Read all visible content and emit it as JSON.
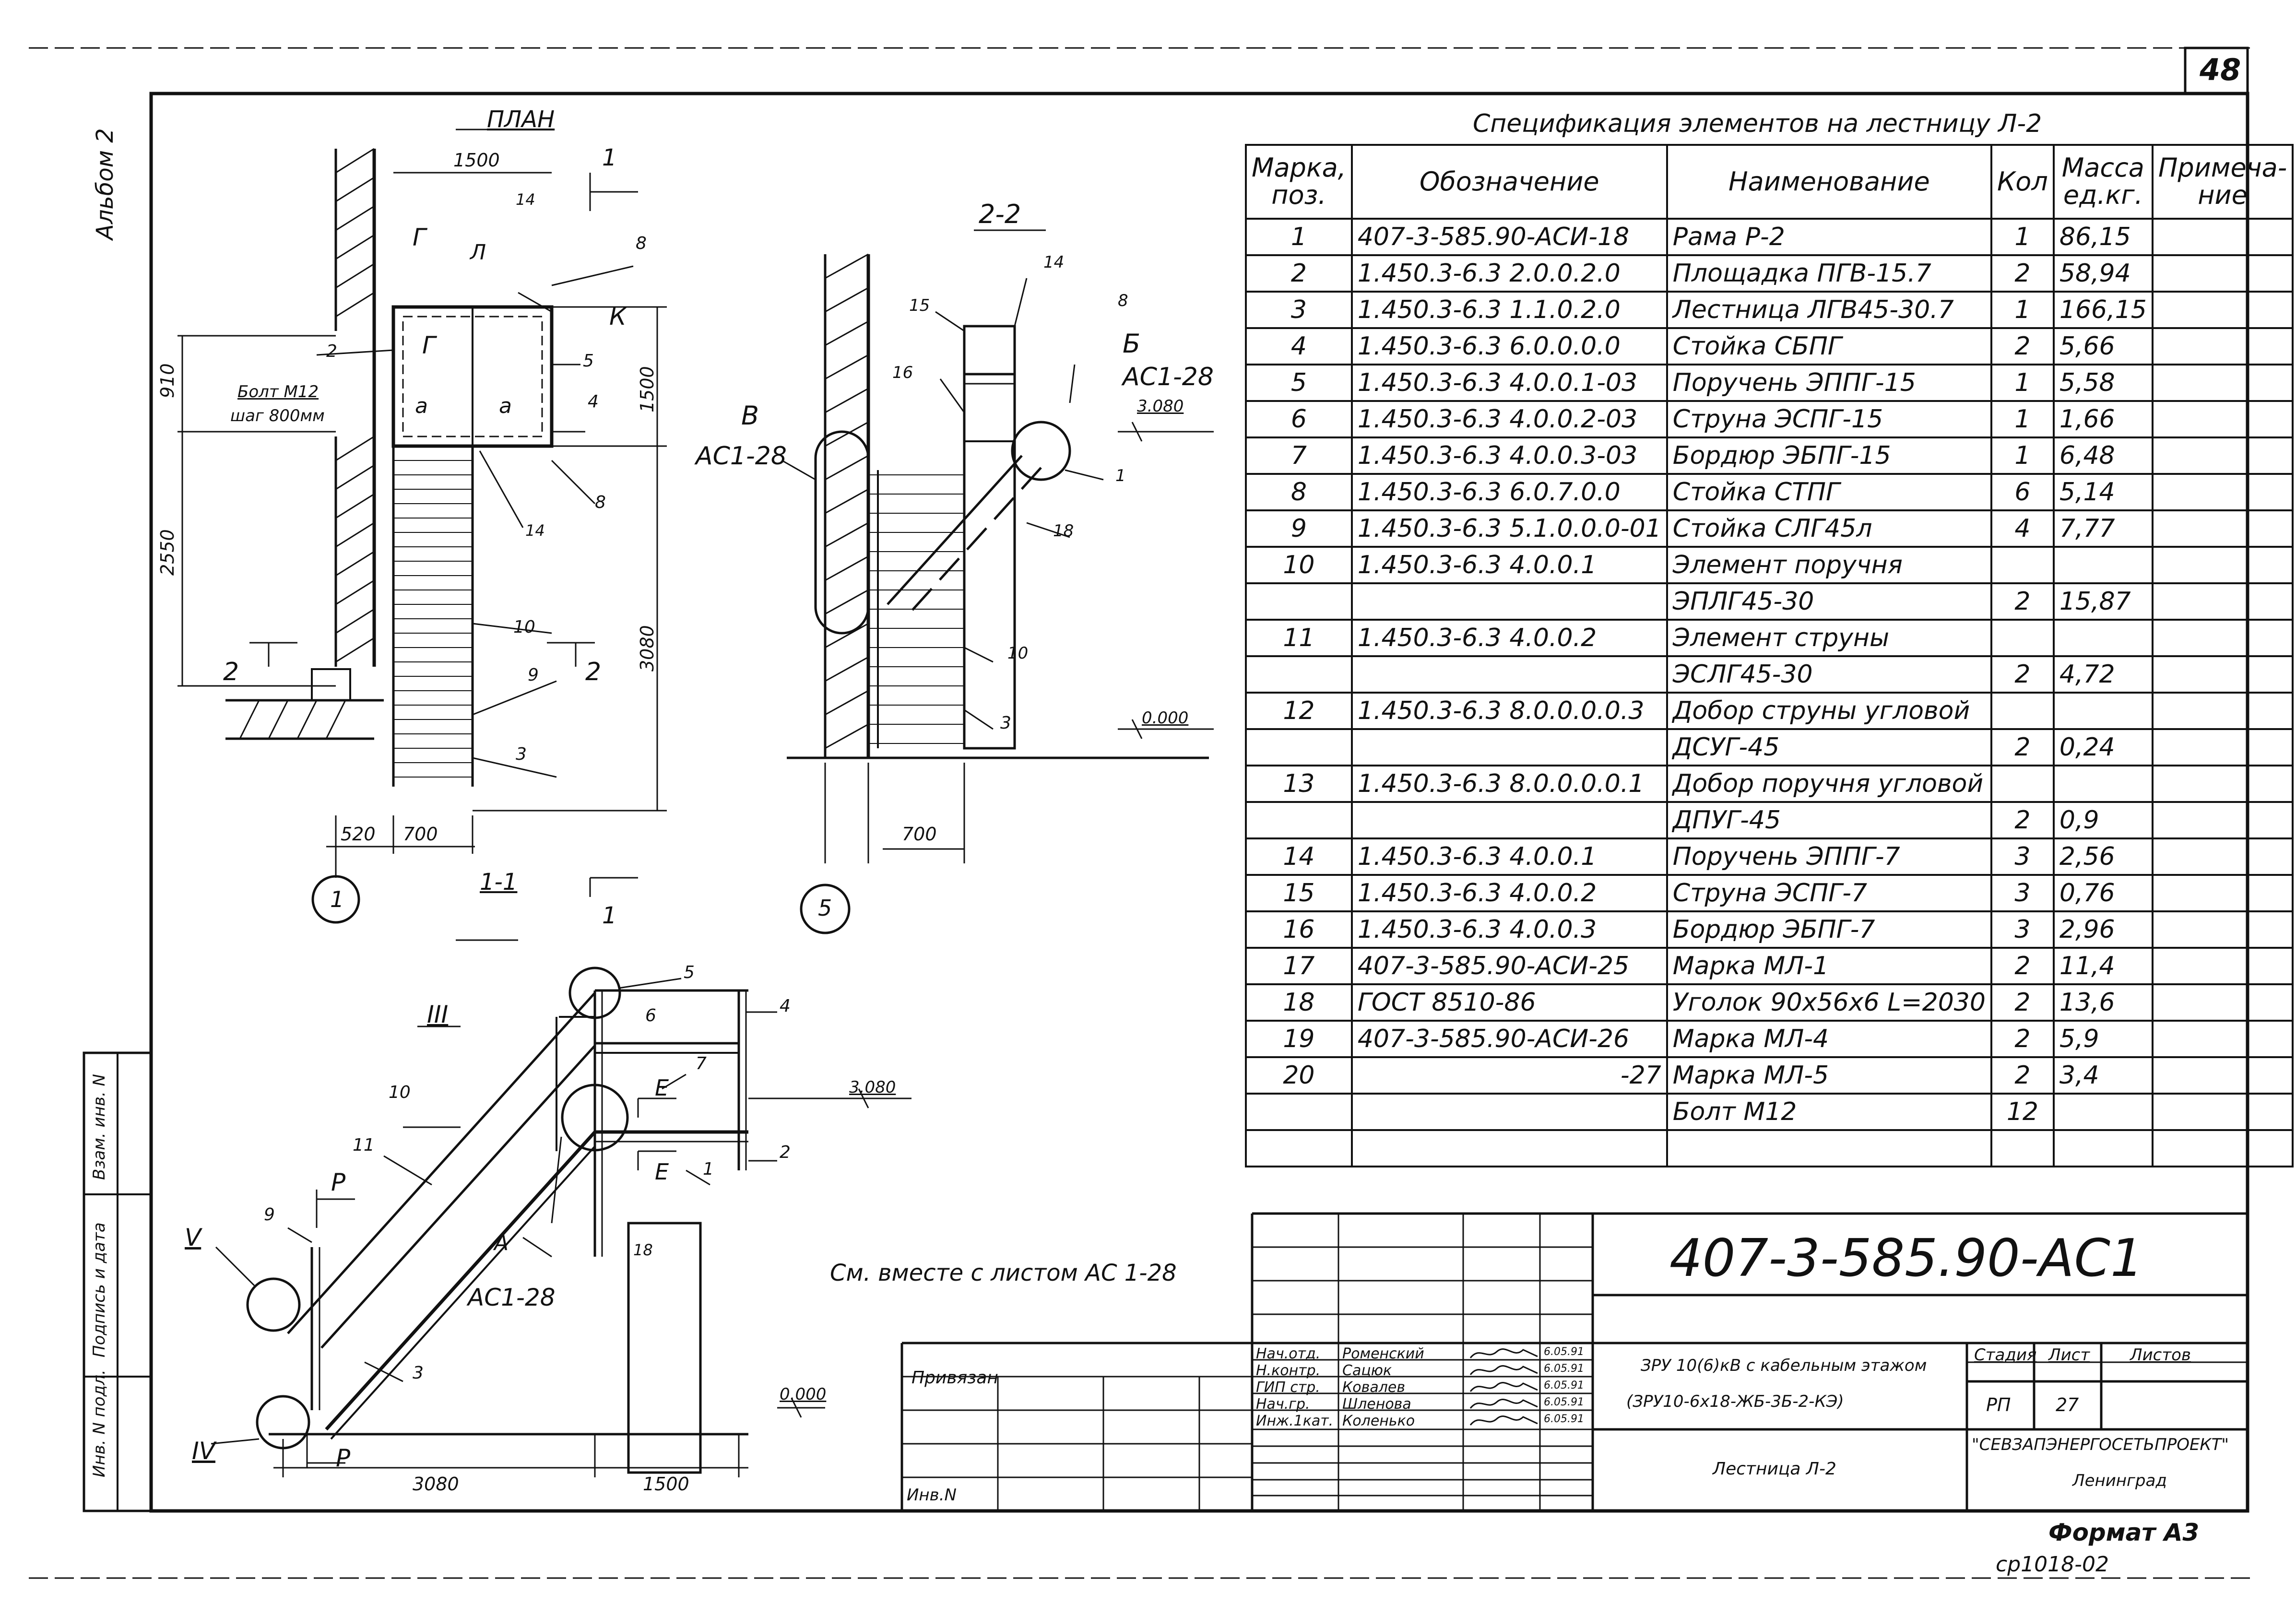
{
  "sheet": {
    "page_number": "48",
    "album_label": "Альбом 2",
    "format": "Формат А3",
    "stamp": "ср1018-02"
  },
  "side_strip": [
    "Инв. N подл.",
    "Подпись и дата",
    "Взам. инв. N"
  ],
  "spec": {
    "title": "Спецификация элементов на лестницу Л-2",
    "headers": [
      "Марка, поз.",
      "Обозначение",
      "Наименование",
      "Кол",
      "Масса ед.кг.",
      "Примеча-ние"
    ],
    "rows": [
      [
        "1",
        "407-3-585.90-АСИ-18",
        "Рама Р-2",
        "1",
        "86,15",
        ""
      ],
      [
        "2",
        "1.450.3-6.3 2.0.0.2.0",
        "Площадка ПГВ-15.7",
        "2",
        "58,94",
        ""
      ],
      [
        "3",
        "1.450.3-6.3 1.1.0.2.0",
        "Лестница ЛГВ45-30.7",
        "1",
        "166,15",
        ""
      ],
      [
        "4",
        "1.450.3-6.3 6.0.0.0.0",
        "Стойка СБПГ",
        "2",
        "5,66",
        ""
      ],
      [
        "5",
        "1.450.3-6.3 4.0.0.1-03",
        "Поручень ЭППГ-15",
        "1",
        "5,58",
        ""
      ],
      [
        "6",
        "1.450.3-6.3 4.0.0.2-03",
        "Струна ЭСПГ-15",
        "1",
        "1,66",
        ""
      ],
      [
        "7",
        "1.450.3-6.3 4.0.0.3-03",
        "Бордюр ЭБПГ-15",
        "1",
        "6,48",
        ""
      ],
      [
        "8",
        "1.450.3-6.3 6.0.7.0.0",
        "Стойка СТПГ",
        "6",
        "5,14",
        ""
      ],
      [
        "9",
        "1.450.3-6.3 5.1.0.0.0-01",
        "Стойка СЛГ45л",
        "4",
        "7,77",
        ""
      ],
      [
        "10",
        "1.450.3-6.3 4.0.0.1",
        "Элемент поручня",
        "",
        "",
        " "
      ],
      [
        "",
        "",
        "ЭПЛГ45-30",
        "2",
        "15,87",
        ""
      ],
      [
        "11",
        "1.450.3-6.3 4.0.0.2",
        "Элемент струны",
        "",
        "",
        ""
      ],
      [
        "",
        "",
        "ЭСЛГ45-30",
        "2",
        "4,72",
        ""
      ],
      [
        "12",
        "1.450.3-6.3 8.0.0.0.0.3",
        "Добор струны угловой",
        "",
        "",
        ""
      ],
      [
        "",
        "",
        "ДСУГ-45",
        "2",
        "0,24",
        ""
      ],
      [
        "13",
        "1.450.3-6.3 8.0.0.0.0.1",
        "Добор поручня угловой",
        "",
        "",
        ""
      ],
      [
        "",
        "",
        "ДПУГ-45",
        "2",
        "0,9",
        ""
      ],
      [
        "14",
        "1.450.3-6.3 4.0.0.1",
        "Поручень ЭППГ-7",
        "3",
        "2,56",
        ""
      ],
      [
        "15",
        "1.450.3-6.3 4.0.0.2",
        "Струна ЭСПГ-7",
        "3",
        "0,76",
        ""
      ],
      [
        "16",
        "1.450.3-6.3 4.0.0.3",
        "Бордюр ЭБПГ-7",
        "3",
        "2,96",
        ""
      ],
      [
        "17",
        "407-3-585.90-АСИ-25",
        "Марка МЛ-1",
        "2",
        "11,4",
        ""
      ],
      [
        "18",
        "ГОСТ 8510-86",
        "Уголок 90х56х6 L=2030",
        "2",
        "13,6",
        ""
      ],
      [
        "19",
        "407-3-585.90-АСИ-26",
        "Марка МЛ-4",
        "2",
        "5,9",
        ""
      ],
      [
        "20",
        "-27",
        "Марка МЛ-5",
        "2",
        "3,4",
        ""
      ],
      [
        "",
        "",
        "Болт М12",
        "12",
        "",
        ""
      ],
      [
        "",
        "",
        "",
        "",
        "",
        ""
      ]
    ]
  },
  "title_block": {
    "code": "407-3-585.90-АС1",
    "project": "ЗРУ 10(6)кВ с кабельным этажом",
    "project_sub": "(ЗРУ10-6х18-ЖБ-3Б-2-КЭ)",
    "sheet_name": "Лестница Л-2",
    "stage_h": "Стадия",
    "sheet_h": "Лист",
    "sheets_h": "Листов",
    "stage": "РП",
    "sheet": "27",
    "org": "\"СЕВЗАПЭНЕРГОСЕТЬПРОЕКТ\"",
    "city": "Ленинград",
    "bound_label": "Привязан",
    "inv_label": "Инв.N",
    "staff": [
      [
        "Нач.отд.",
        "Роменский",
        "6.05.91"
      ],
      [
        "Н.контр.",
        "Сацюк",
        "6.05.91"
      ],
      [
        "ГИП стр.",
        "Ковалев",
        "6.05.91"
      ],
      [
        "Нач.гр.",
        "Шленова",
        "6.05.91"
      ],
      [
        "Инж.1кат.",
        "Коленько",
        "6.05.91"
      ]
    ]
  },
  "notes": {
    "see_also": "См. вместе с листом АС 1-28"
  },
  "plan": {
    "title": "ПЛАН",
    "dim_1500_top": "1500",
    "dim_910": "910",
    "dim_2550": "2550",
    "dim_1500_side": "1500",
    "dim_3080": "3080",
    "dim_520": "520",
    "dim_700": "700",
    "bolt_1": "Болт М12",
    "bolt_2": "шаг 800мм",
    "letters": [
      "Г",
      "Л",
      "К",
      "Г",
      "а",
      "а"
    ],
    "axis": "1",
    "section_label": "1-1",
    "cut": "1",
    "cut2": "2",
    "pos": [
      "14",
      "8",
      "2",
      "5",
      "4",
      "8",
      "14",
      "10",
      "9",
      "3",
      "2"
    ]
  },
  "section22": {
    "title": "2-2",
    "ref_b": "Б",
    "ref_b2": "АС1-28",
    "ref_v": "В",
    "ref_v2": "АС1-28",
    "level_top": "3.080",
    "level_0": "0.000",
    "dim_700": "700",
    "axis": "5",
    "pos": [
      "14",
      "15",
      "16",
      "8",
      "1",
      "18",
      "10",
      "3"
    ]
  },
  "section11": {
    "roman3": "III",
    "roman5": "V",
    "roman4": "IV",
    "ref": "АС1-28",
    "letter_a": "А",
    "level_top": "3.080",
    "level_0": "0.000",
    "dim_3080": "3080",
    "dim_1500": "1500",
    "p1": "Р",
    "p2": "Р",
    "e1": "Е",
    "e2": "Е",
    "pos": [
      "5",
      "4",
      "6",
      "7",
      "2",
      "1",
      "10",
      "11",
      "9",
      "3",
      "18"
    ]
  }
}
